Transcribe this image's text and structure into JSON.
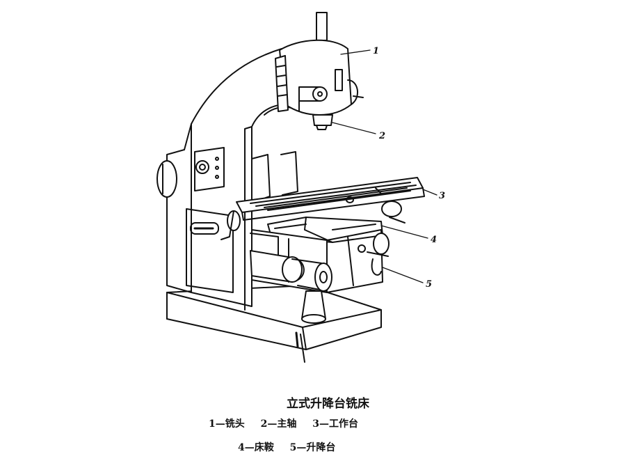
{
  "callouts": [
    {
      "id": "1",
      "label": "1"
    },
    {
      "id": "2",
      "label": "2"
    },
    {
      "id": "3",
      "label": "3"
    },
    {
      "id": "4",
      "label": "4"
    },
    {
      "id": "5",
      "label": "5"
    }
  ],
  "caption": {
    "title": "立式升降台铣床",
    "line1": [
      "1—铣头",
      "2—主轴",
      "3—工作台"
    ],
    "line2": [
      "4—床鞍",
      "5—升降台"
    ]
  },
  "colors": {
    "ink": "#111111",
    "background": "#ffffff"
  }
}
